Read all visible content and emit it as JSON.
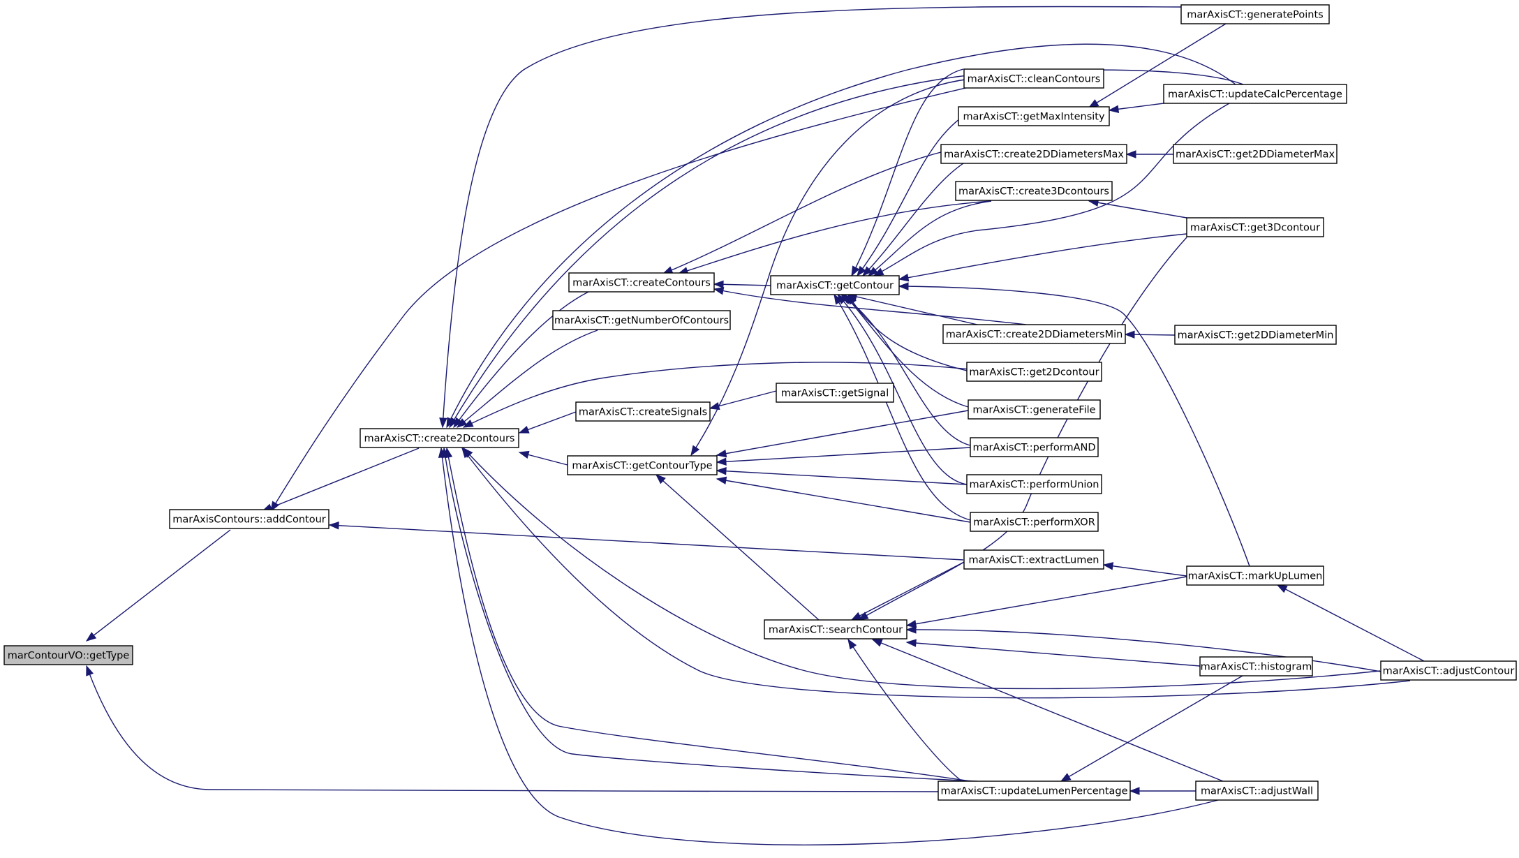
{
  "graph": {
    "colors": {
      "edge": "#191970",
      "node_border": "#000000",
      "node_fill": "#ffffff",
      "focus_fill": "#bfbfbf"
    },
    "nodes": [
      {
        "id": "getType",
        "label": "marContourVO::getType",
        "focus": true
      },
      {
        "id": "addContour",
        "label": "marAxisContours::addContour"
      },
      {
        "id": "create2Dcontours",
        "label": "marAxisCT::create2Dcontours"
      },
      {
        "id": "createContours",
        "label": "marAxisCT::createContours"
      },
      {
        "id": "getNumberOfContours",
        "label": "marAxisCT::getNumberOfContours"
      },
      {
        "id": "createSignals",
        "label": "marAxisCT::createSignals"
      },
      {
        "id": "getContourType",
        "label": "marAxisCT::getContourType"
      },
      {
        "id": "getContour",
        "label": "marAxisCT::getContour"
      },
      {
        "id": "getSignal",
        "label": "marAxisCT::getSignal"
      },
      {
        "id": "searchContour",
        "label": "marAxisCT::searchContour"
      },
      {
        "id": "cleanContours",
        "label": "marAxisCT::cleanContours"
      },
      {
        "id": "getMaxIntensity",
        "label": "marAxisCT::getMaxIntensity"
      },
      {
        "id": "create2DDiametersMax",
        "label": "marAxisCT::create2DDiametersMax"
      },
      {
        "id": "create3Dcontours",
        "label": "marAxisCT::create3Dcontours"
      },
      {
        "id": "create2DDiametersMin",
        "label": "marAxisCT::create2DDiametersMin"
      },
      {
        "id": "get2Dcontour",
        "label": "marAxisCT::get2Dcontour"
      },
      {
        "id": "generateFile",
        "label": "marAxisCT::generateFile"
      },
      {
        "id": "performAND",
        "label": "marAxisCT::performAND"
      },
      {
        "id": "performUnion",
        "label": "marAxisCT::performUnion"
      },
      {
        "id": "performXOR",
        "label": "marAxisCT::performXOR"
      },
      {
        "id": "extractLumen",
        "label": "marAxisCT::extractLumen"
      },
      {
        "id": "updateLumenPercentage",
        "label": "marAxisCT::updateLumenPercentage"
      },
      {
        "id": "generatePoints",
        "label": "marAxisCT::generatePoints"
      },
      {
        "id": "updateCalcPercentage",
        "label": "marAxisCT::updateCalcPercentage"
      },
      {
        "id": "get2DDiameterMax",
        "label": "marAxisCT::get2DDiameterMax"
      },
      {
        "id": "get3Dcontour",
        "label": "marAxisCT::get3Dcontour"
      },
      {
        "id": "get2DDiameterMin",
        "label": "marAxisCT::get2DDiameterMin"
      },
      {
        "id": "markUpLumen",
        "label": "marAxisCT::markUpLumen"
      },
      {
        "id": "histogram",
        "label": "marAxisCT::histogram"
      },
      {
        "id": "adjustContour",
        "label": "marAxisCT::adjustContour"
      },
      {
        "id": "adjustWall",
        "label": "marAxisCT::adjustWall"
      }
    ]
  }
}
